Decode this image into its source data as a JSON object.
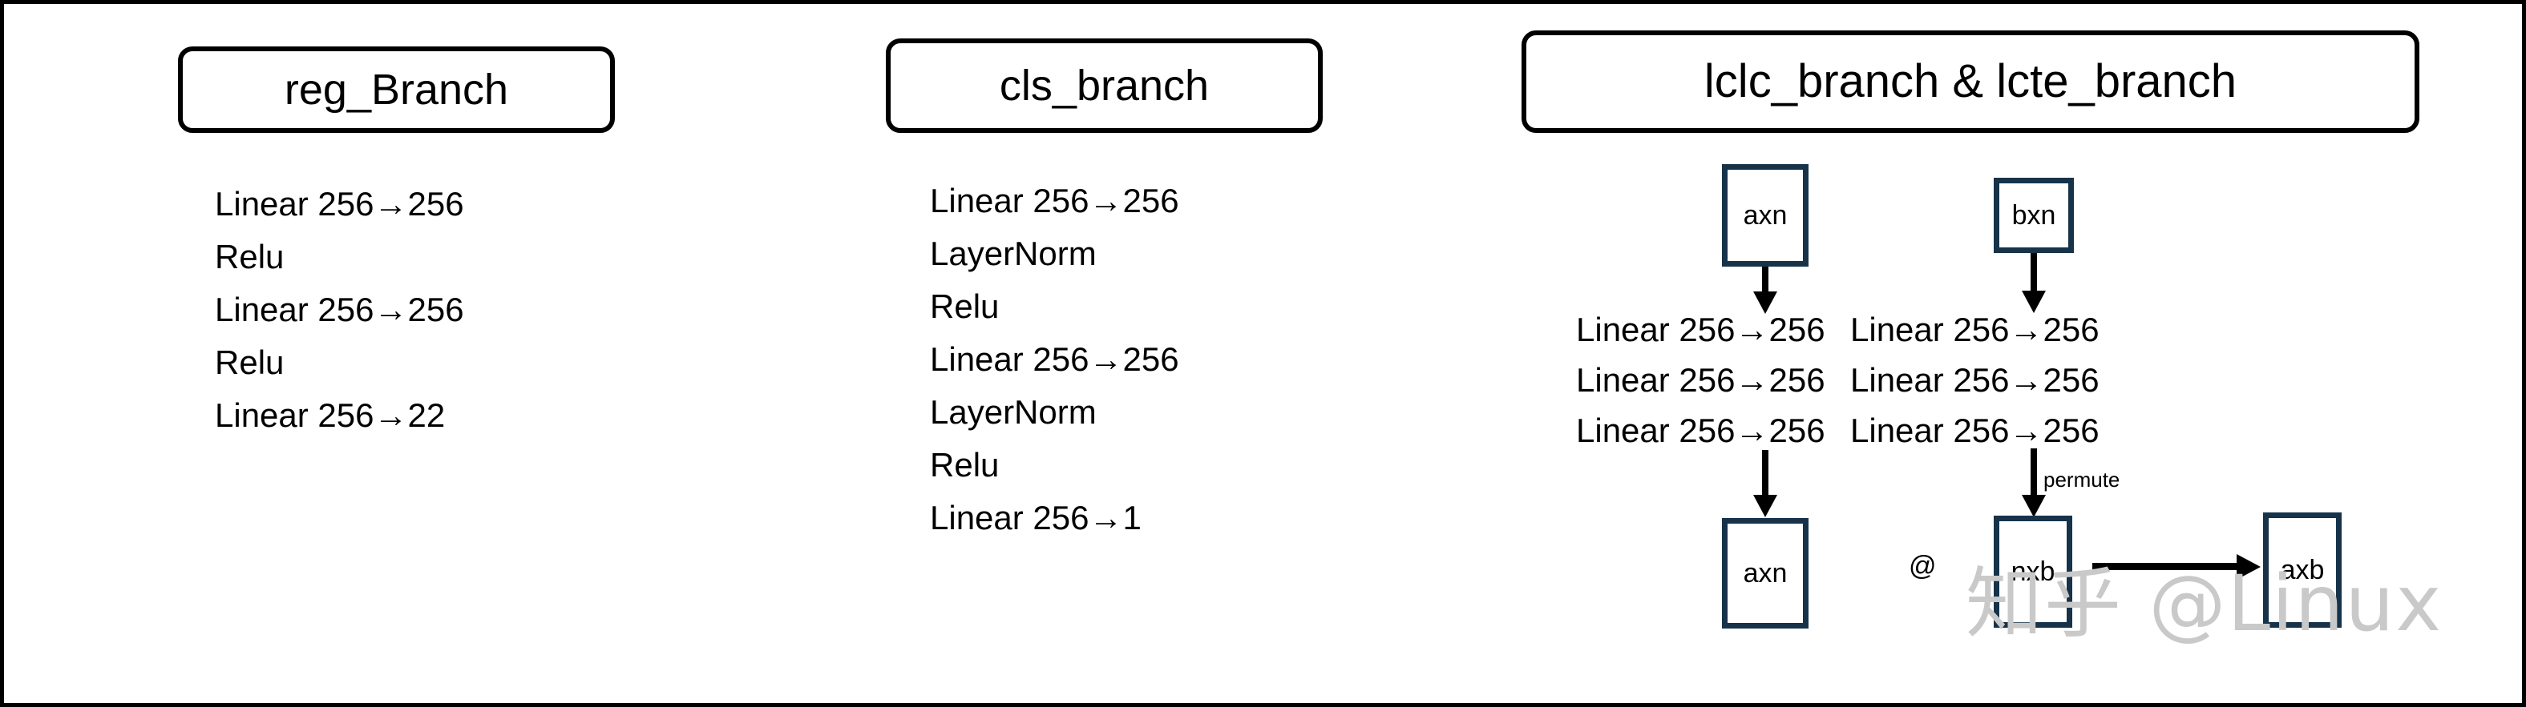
{
  "figure": {
    "background_color": "#ffffff",
    "frame_color": "#000000",
    "tensor_box_color": "#16334a",
    "arrow_color": "#000000",
    "watermark_color": "#c9c9c9"
  },
  "branches": {
    "reg": {
      "title": "reg_Branch",
      "ops": [
        "Linear 256→256",
        "Relu",
        "Linear 256→256",
        "Relu",
        "Linear 256→22"
      ]
    },
    "cls": {
      "title": "cls_branch",
      "ops": [
        "Linear 256→256",
        "LayerNorm",
        "Relu",
        "Linear 256→256",
        "LayerNorm",
        "Relu",
        "Linear 256→1"
      ]
    },
    "lc": {
      "title": "lclc_branch & lcte_branch",
      "left_column": {
        "input_box": "axn",
        "ops": [
          "Linear 256→256",
          "Linear 256→256",
          "Linear 256→256"
        ],
        "output_box": "axn"
      },
      "right_column": {
        "input_box": "bxn",
        "ops": [
          "Linear 256→256",
          "Linear 256→256",
          "Linear 256→256"
        ],
        "edge_label": "permute",
        "output_box": "nxb",
        "result_box": "axb"
      },
      "matmul_symbol": "@"
    }
  },
  "watermark": {
    "text": "知乎 @Linux"
  }
}
